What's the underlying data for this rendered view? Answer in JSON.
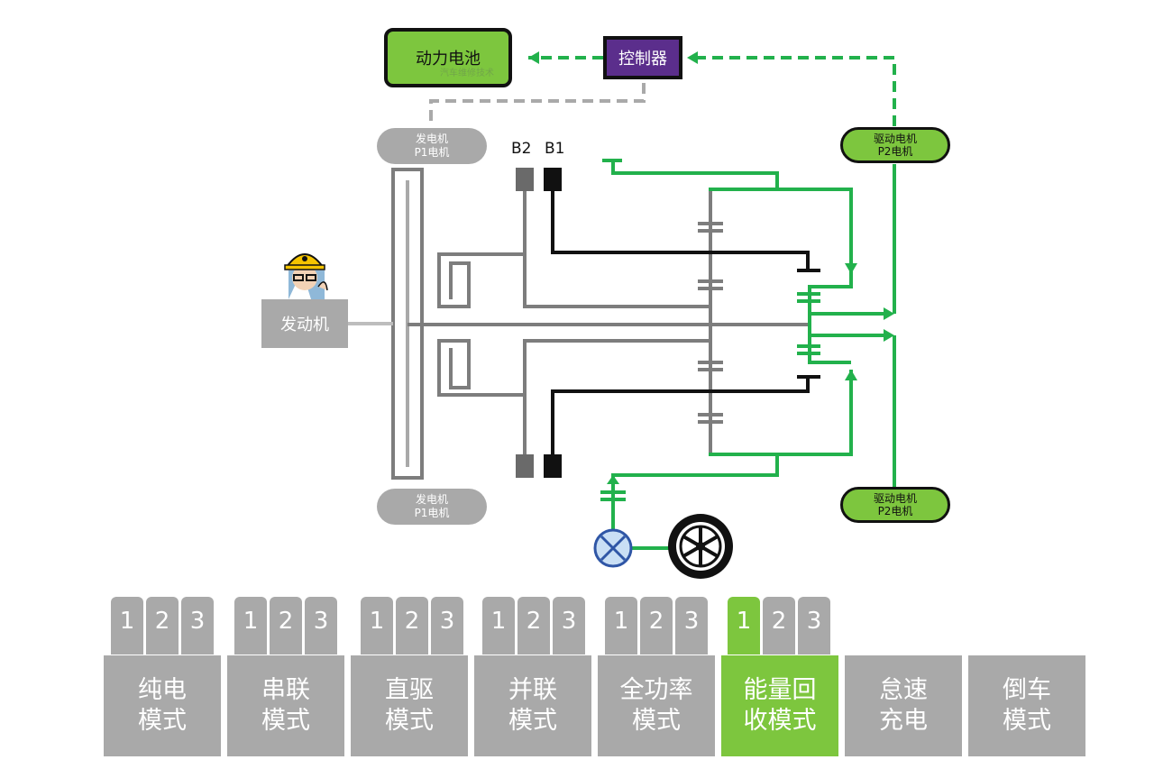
{
  "components": {
    "battery": "动力电池",
    "controller": "控制器",
    "engine": "发动机",
    "generator_top": [
      "发电机",
      "P1电机"
    ],
    "generator_bottom": [
      "发电机",
      "P1电机"
    ],
    "motor_top": [
      "驱动电机",
      "P2电机"
    ],
    "motor_bottom": [
      "驱动电机",
      "P2电机"
    ],
    "brake_b2": "B2",
    "brake_b1": "B1"
  },
  "colors": {
    "green": "#22b14c",
    "gray": "#7d7d7d",
    "black": "#111111",
    "box_gray": "#a9a9a9",
    "active_green": "#7dc63e",
    "controller_purple": "#5b2e8c"
  },
  "modes": [
    {
      "line1": "纯电",
      "line2": "模式",
      "tabs": [
        "1",
        "2",
        "3"
      ],
      "active_tab": null,
      "active": false
    },
    {
      "line1": "串联",
      "line2": "模式",
      "tabs": [
        "1",
        "2",
        "3"
      ],
      "active_tab": null,
      "active": false
    },
    {
      "line1": "直驱",
      "line2": "模式",
      "tabs": [
        "1",
        "2",
        "3"
      ],
      "active_tab": null,
      "active": false
    },
    {
      "line1": "并联",
      "line2": "模式",
      "tabs": [
        "1",
        "2",
        "3"
      ],
      "active_tab": null,
      "active": false
    },
    {
      "line1": "全功率",
      "line2": "模式",
      "tabs": [
        "1",
        "2",
        "3"
      ],
      "active_tab": null,
      "active": false
    },
    {
      "line1": "能量回",
      "line2": "收模式",
      "tabs": [
        "1",
        "2",
        "3"
      ],
      "active_tab": 0,
      "active": true
    },
    {
      "line1": "怠速",
      "line2": "充电",
      "tabs": [],
      "active_tab": null,
      "active": false
    },
    {
      "line1": "倒车",
      "line2": "模式",
      "tabs": [],
      "active_tab": null,
      "active": false
    }
  ]
}
